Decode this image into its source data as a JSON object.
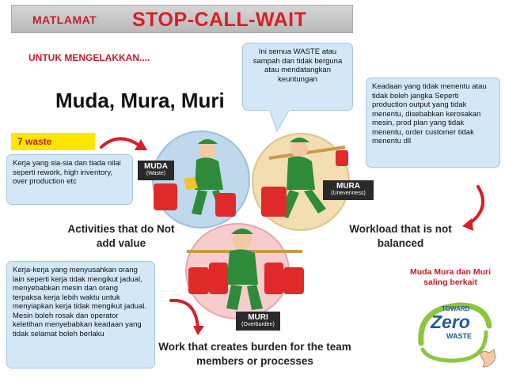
{
  "title": {
    "prefix": "MATLAMAT",
    "main": "STOP-CALL-WAIT"
  },
  "subtitle": "UNTUK MENGELAKKAN....",
  "heading": "Muda, Mura, Muri",
  "waste_tag": "7 waste",
  "notes": {
    "muda": "Kerja yang sia-sia dan tiada nilai seperti rework, high inventory, over production etc",
    "waste": "Ini semua WASTE atau sampah dan tidak berguna atau mendatangkan keuntungan",
    "mura": "Keadaan yang tidak menentu atau tidak boleh jangka Seperti production output yang tidak menentu, disebabkan kerosakan mesin, prod plan yang tidak menentu, order customer tidak menentu dll",
    "muri": "Kerja-kerja yang menyusahkan orang lain seperti kerja tidak mengikut jadual, menyebabkan mesin dan orang terpaksa kerja lebih waktu untuk menyiapkan kerja tidak mengikut jadual. Mesin boleh rosak dan operator keletihan menyebabkan keadaan yang tidak selamat boleh berlaku"
  },
  "labels": {
    "muda": {
      "name": "MUDA",
      "sub": "(Waste)"
    },
    "mura": {
      "name": "MURA",
      "sub": "(Unevenness)"
    },
    "muri": {
      "name": "MURI",
      "sub": "(Overburden)"
    }
  },
  "captions": {
    "muda": "Activities that do Not add value",
    "mura": "Workload that is not balanced",
    "muri": "Work that creates burden for the team members or processes"
  },
  "linked_note": "Muda Mura dan Muri saling berkait",
  "logo": {
    "toward": "TOWARD",
    "word": "Zero",
    "waste": "WASTE"
  },
  "colors": {
    "title_red": "#d81e26",
    "tag_yellow": "#ffe600",
    "note_blue": "#d3e7f7",
    "logo_blue": "#1f5a9c",
    "logo_green": "#8cc63f"
  }
}
